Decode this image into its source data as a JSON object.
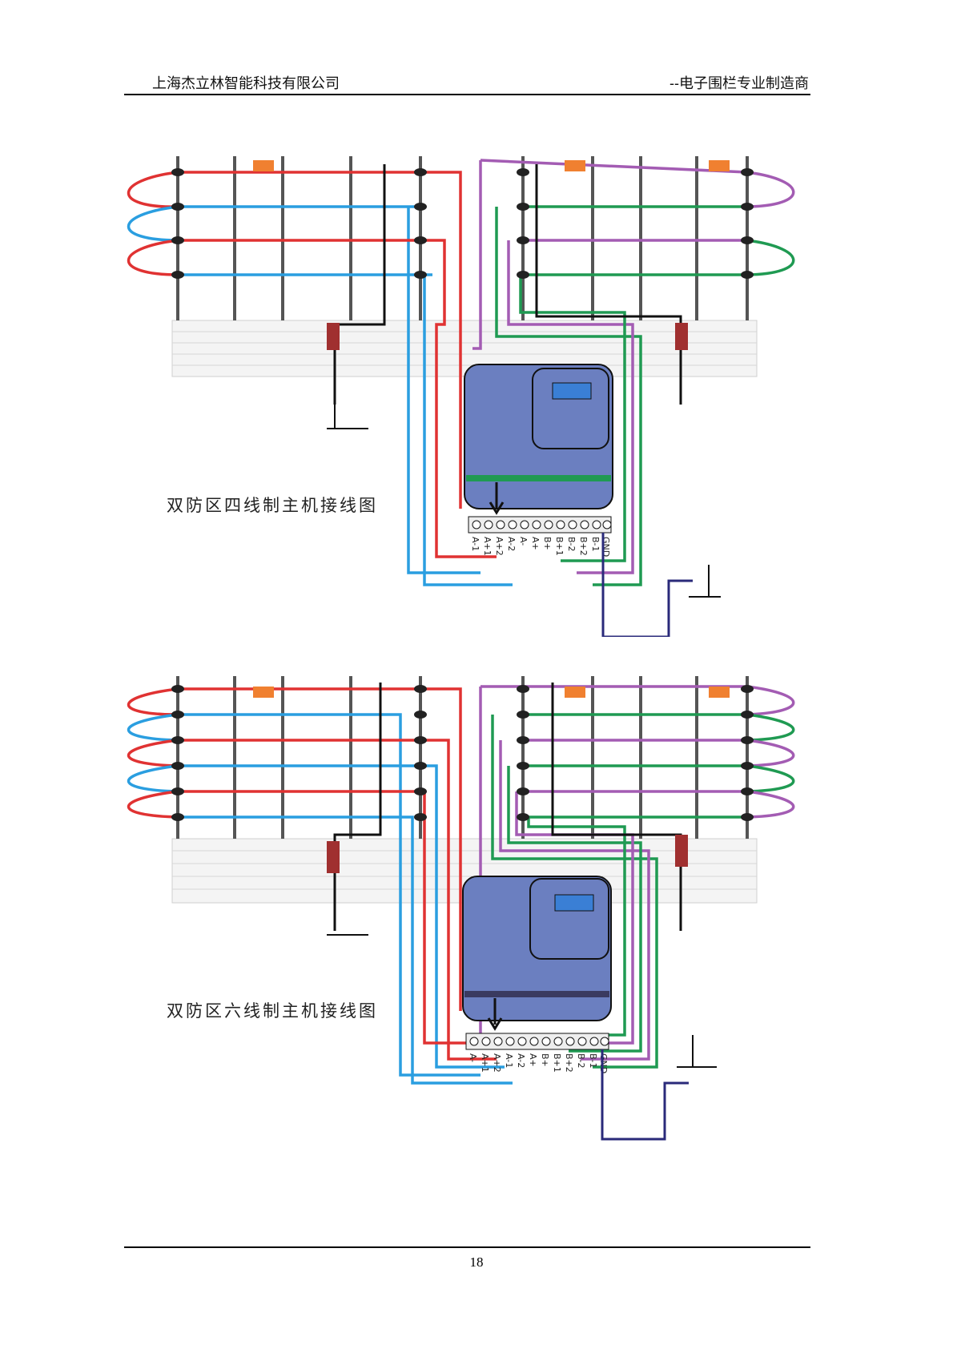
{
  "header": {
    "company": "上海杰立林智能科技有限公司",
    "tagline": "--电子围栏专业制造商"
  },
  "diagrams": [
    {
      "caption": "双防区四线制主机接线图",
      "terminals": [
        "A-1",
        "A+1",
        "A+2",
        "A-2",
        "A-",
        "A+",
        "B+",
        "B+1",
        "B-2",
        "B+2",
        "B-1",
        "GND"
      ]
    },
    {
      "caption": "双防区六线制主机接线图",
      "terminals": [
        "A-",
        "A+1",
        "A+2",
        "A-1",
        "A-2",
        "A+",
        "B+",
        "B+1",
        "B+2",
        "B-2",
        "B-1",
        "GND"
      ]
    }
  ],
  "footer": {
    "page_number": "18"
  },
  "colors": {
    "zone_a_pos": "#e03232",
    "zone_a_neg": "#2a9ee0",
    "zone_b_pos": "#a35cb3",
    "zone_b_neg": "#1f9a52",
    "ground": "#111111",
    "controller_body": "#6b7fc0",
    "display": "#3a7fd5",
    "gnd_wire": "#2a2a7a"
  }
}
